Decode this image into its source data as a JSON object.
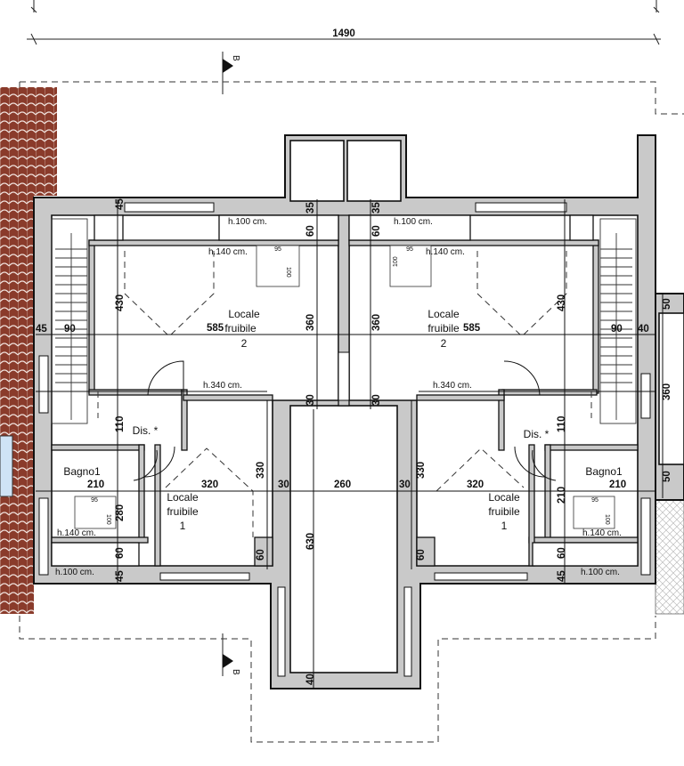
{
  "overall_dimension": "1490",
  "section_marker": "B",
  "rooms": {
    "locale2_left": [
      "Locale",
      "fruibile",
      "2"
    ],
    "locale2_right": [
      "Locale",
      "fruibile",
      "2"
    ],
    "locale1_left": [
      "Locale",
      "fruibile",
      "1"
    ],
    "locale1_right": [
      "Locale",
      "fruibile",
      "1"
    ],
    "dis_left": "Dis. *",
    "dis_right": "Dis. *",
    "bagno_left": "Bagno1",
    "bagno_right": "Bagno1"
  },
  "heights": {
    "h100": "h.100 cm.",
    "h140": "h.140 cm.",
    "h340": "h.340 cm."
  },
  "dims": {
    "d45": "45",
    "d35": "35",
    "d60": "60",
    "d90": "90",
    "d40": "40",
    "d50": "50",
    "d430": "430",
    "d585": "585",
    "d360": "360",
    "d110": "110",
    "d210": "210",
    "d280": "280",
    "d320": "320",
    "d330": "330",
    "d30": "30",
    "d260": "260",
    "d630": "630"
  },
  "fixture_label": "95",
  "fixture_label2": "100"
}
